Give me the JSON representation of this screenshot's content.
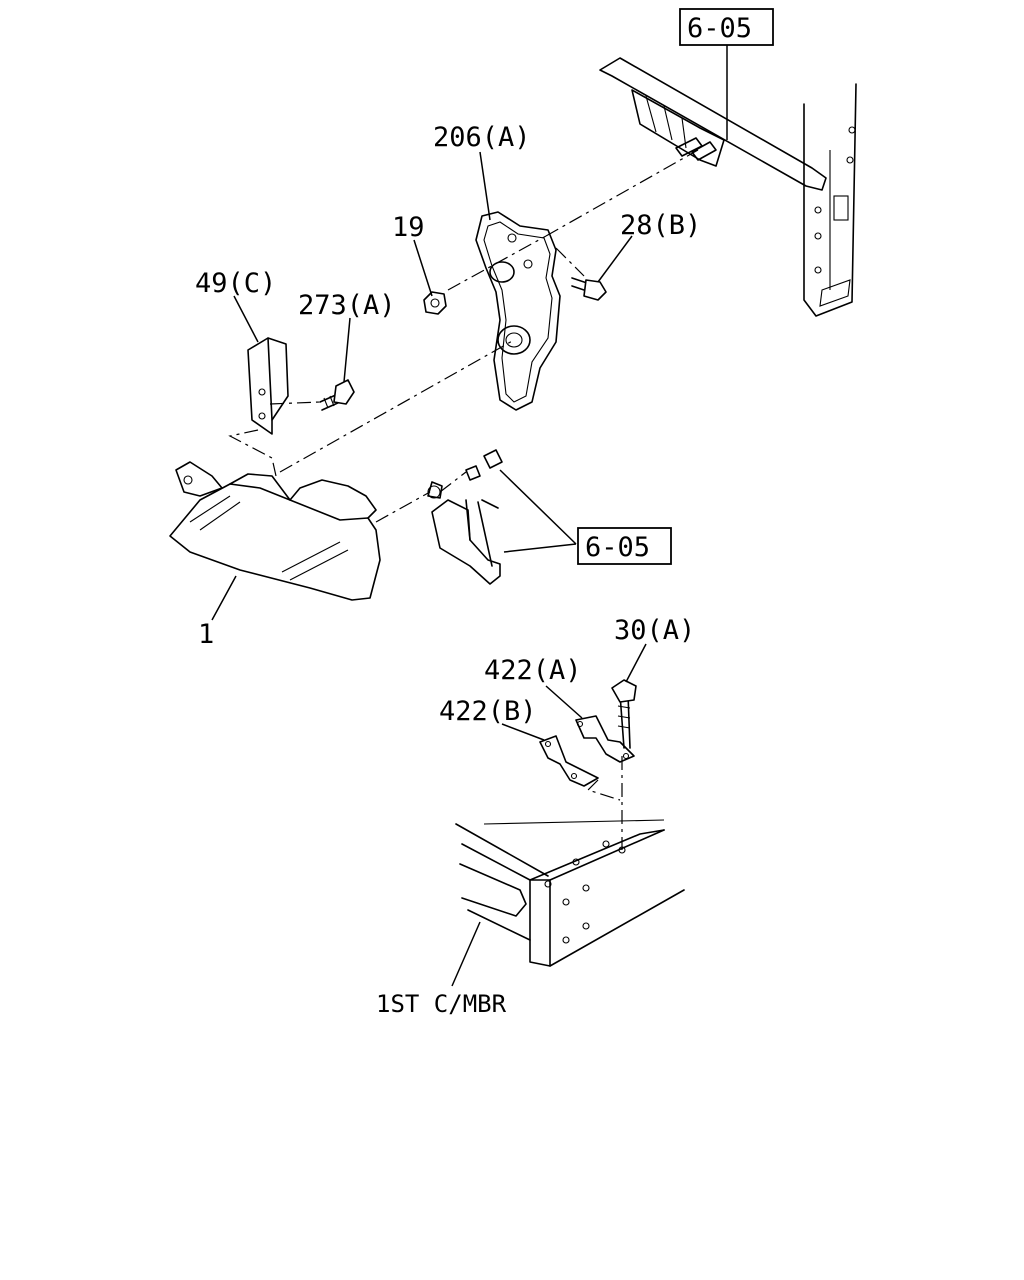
{
  "labels": {
    "ref_top": "6-05",
    "ref_mid": "6-05",
    "bracket": "206(A)",
    "nut": "19",
    "bolt_b": "28(B)",
    "clip": "49(C)",
    "screw": "273(A)",
    "lamp": "1",
    "bolt_a": "30(A)",
    "stay_a": "422(A)",
    "stay_b": "422(B)",
    "crossmember": "1ST C/MBR"
  }
}
